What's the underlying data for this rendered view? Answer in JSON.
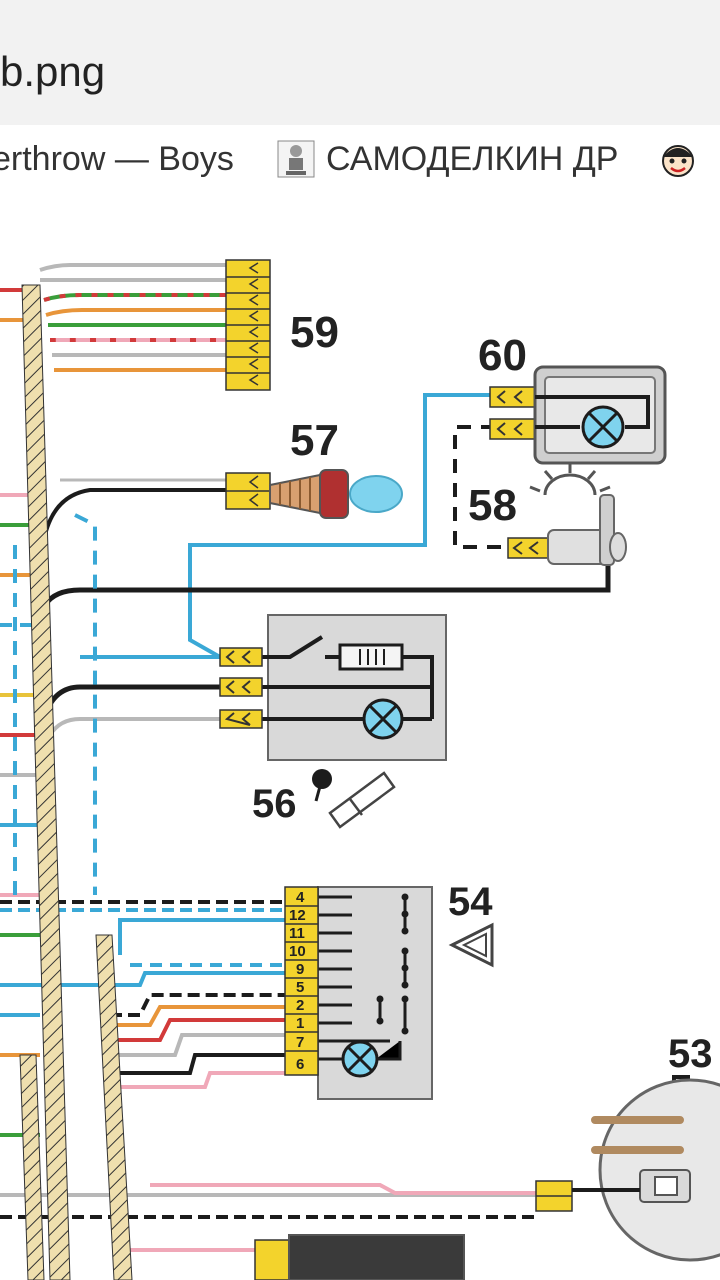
{
  "window": {
    "tab_title": "b.png"
  },
  "bookmarks": [
    {
      "label": "erthrow — Boys",
      "icon": "bookmark-favicon"
    },
    {
      "label": "САМОДЕЛКИН ДР",
      "icon": "robot-favicon"
    },
    {
      "label": "",
      "icon": "cartoon-face-favicon"
    }
  ],
  "diagram": {
    "components": [
      {
        "id": "59"
      },
      {
        "id": "60"
      },
      {
        "id": "57"
      },
      {
        "id": "58"
      },
      {
        "id": "56"
      },
      {
        "id": "54"
      },
      {
        "id": "53"
      }
    ],
    "connector_54_pins": [
      "4",
      "12",
      "11",
      "10",
      "9",
      "5",
      "2",
      "1",
      "7",
      "6"
    ],
    "colors": {
      "wire_blue": "#3aa8d6",
      "wire_black": "#1c1c1c",
      "wire_green": "#3a9e3a",
      "wire_orange": "#e8953a",
      "wire_red": "#d23a3a",
      "wire_pink": "#f0a8b8",
      "wire_grey": "#b8b8b8",
      "connector_yellow": "#f3d32c",
      "component_box": "#d9d9d9",
      "lamp_blue": "#7fd3ee",
      "harness_beige": "#efdfae"
    }
  }
}
